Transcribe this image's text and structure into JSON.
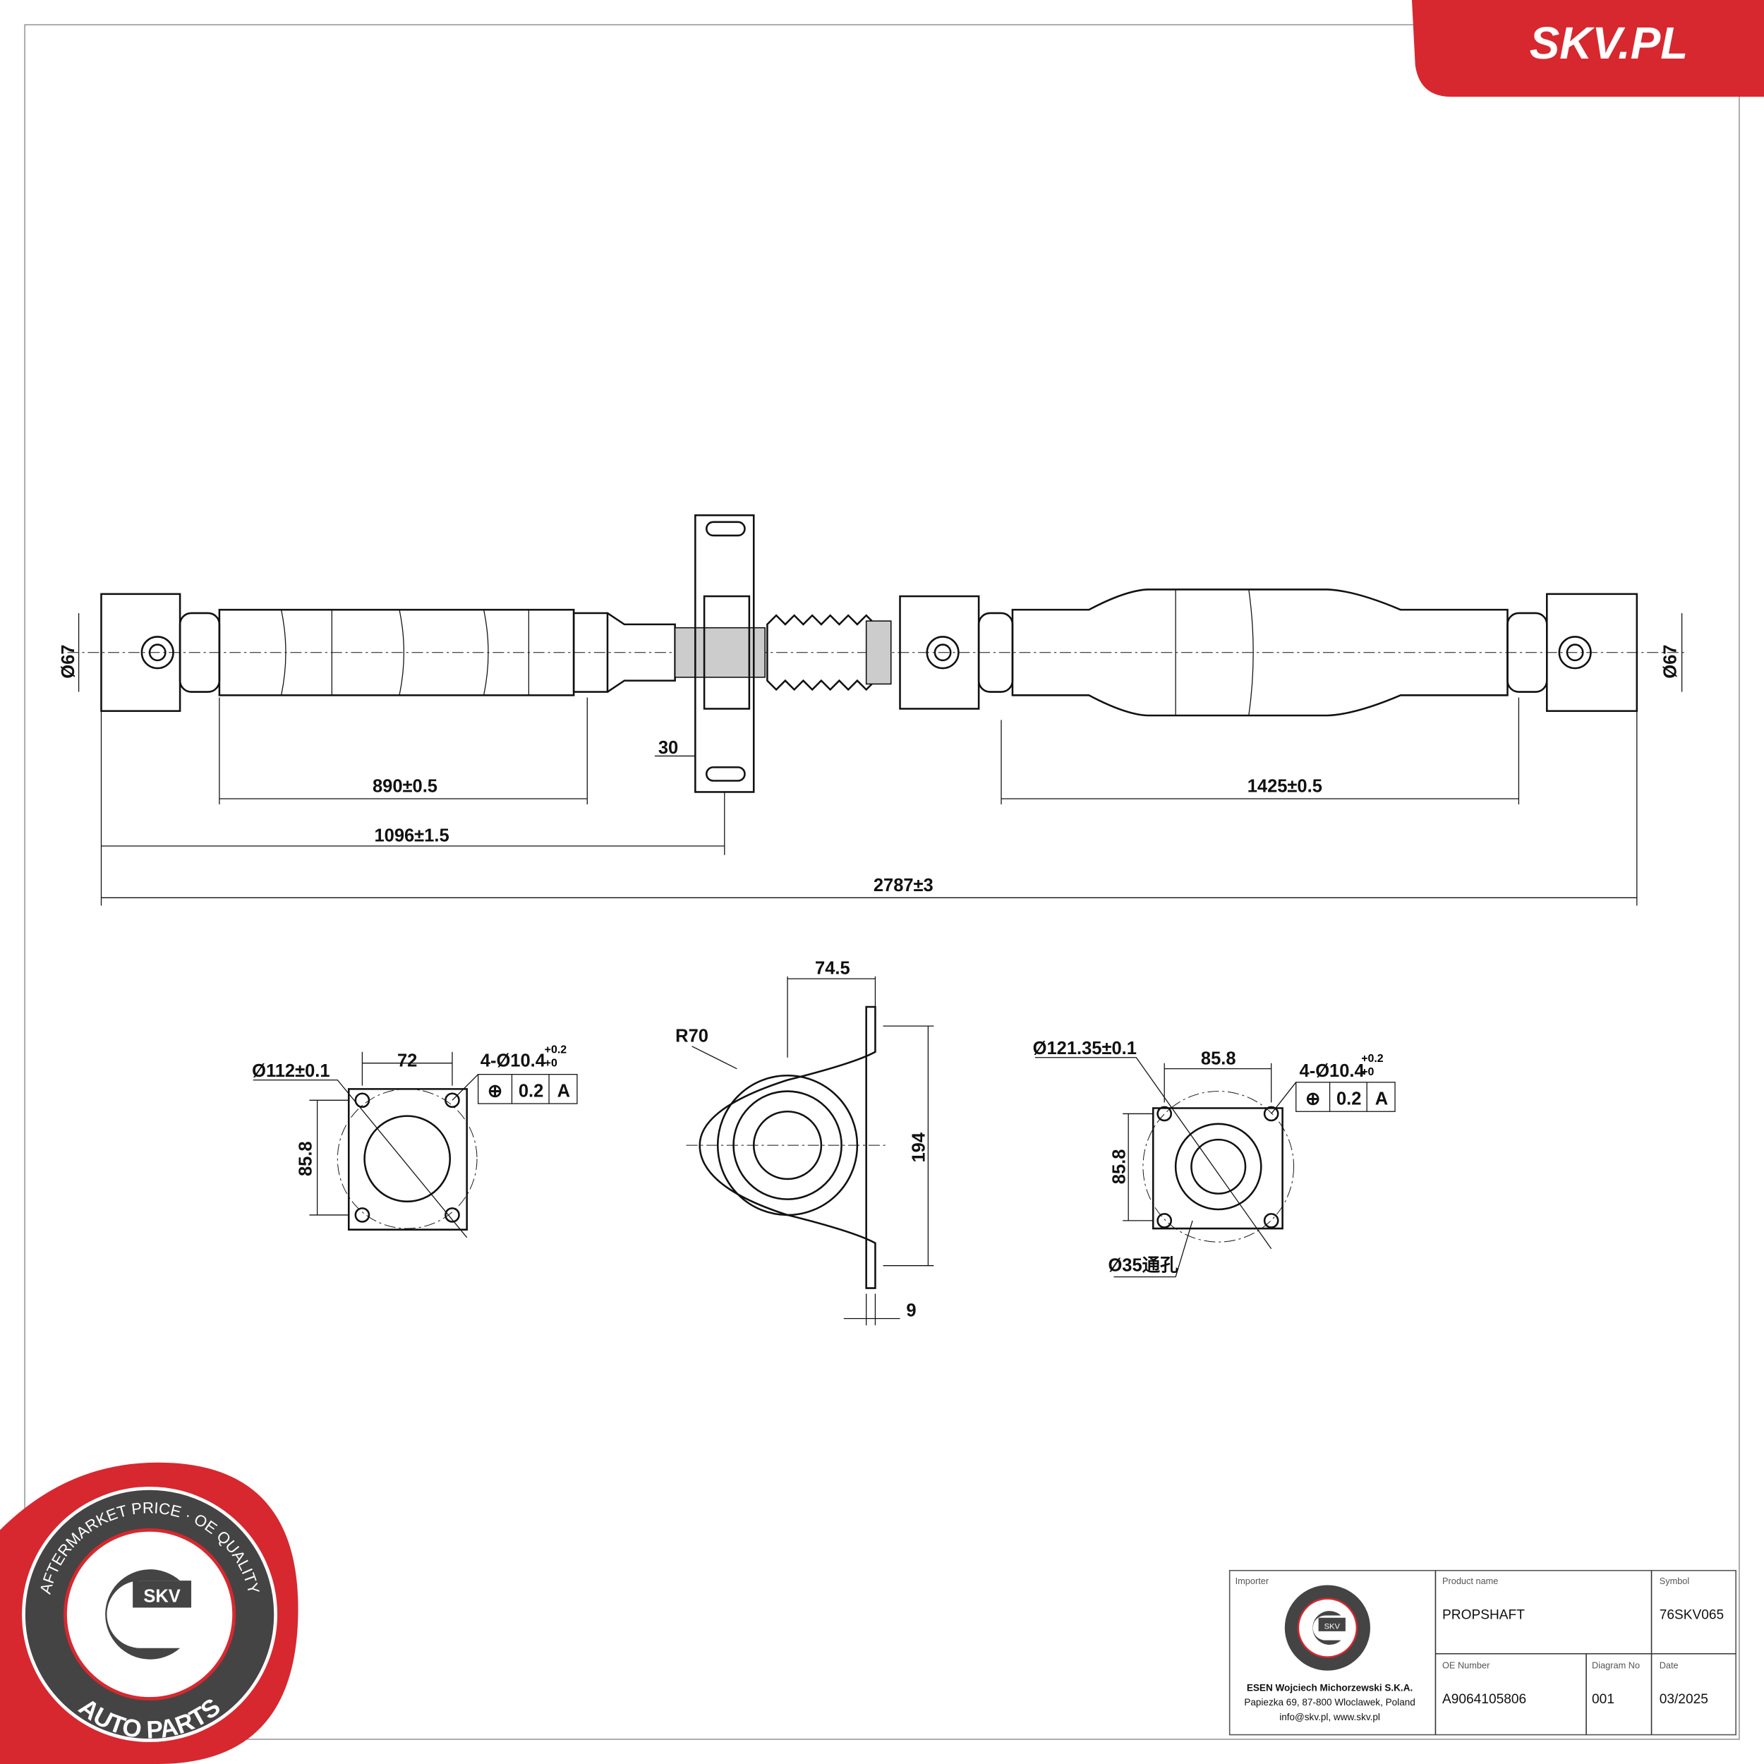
{
  "brand": {
    "logo_text": "SKV.PL",
    "accent_color": "#d7282f"
  },
  "badge": {
    "top_text": "AFTERMARKET PRICE · OE QUALITY",
    "bottom_text": "AUTO PARTS",
    "center_text": "SKV"
  },
  "dimensions": {
    "left_dia": "Ø67",
    "right_dia": "Ø67",
    "d_30": "30",
    "d_890": "890±0.5",
    "d_1096": "1096±1.5",
    "d_1425": "1425±0.5",
    "d_2787": "2787±3",
    "bearing_width": "74.5",
    "bearing_radius": "R70",
    "bearing_height": "194",
    "bearing_thickness": "9",
    "flange1_dia": "Ø112±0.1",
    "flange1_pitch_x": "72",
    "flange1_pitch_y": "85.8",
    "flange1_holes": "4-Ø10.4",
    "flange1_tol_upper": "+0.2",
    "flange1_tol_lower": "+0",
    "flange1_fcf_tol": "0.2",
    "flange1_fcf_datum": "A",
    "flange2_dia": "Ø121.35±0.1",
    "flange2_pitch_x": "85.8",
    "flange2_pitch_y": "85.8",
    "flange2_holes": "4-Ø10.4",
    "flange2_tol_upper": "+0.2",
    "flange2_tol_lower": "+0",
    "flange2_fcf_tol": "0.2",
    "flange2_fcf_datum": "A",
    "flange2_bore": "Ø35通孔"
  },
  "title_block": {
    "importer_label": "Importer",
    "importer_name": "ESEN Wojciech Michorzewski S.K.A.",
    "importer_address": "Papiezka 69, 87-800 Wloclawek, Poland",
    "importer_contact": "info@skv.pl, www.skv.pl",
    "product_name_label": "Product name",
    "product_name": "PROPSHAFT",
    "symbol_label": "Symbol",
    "symbol": "76SKV065",
    "oe_label": "OE Number",
    "oe_number": "A9064105806",
    "diagram_label": "Diagram No",
    "diagram_no": "001",
    "date_label": "Date",
    "date": "03/2025"
  }
}
